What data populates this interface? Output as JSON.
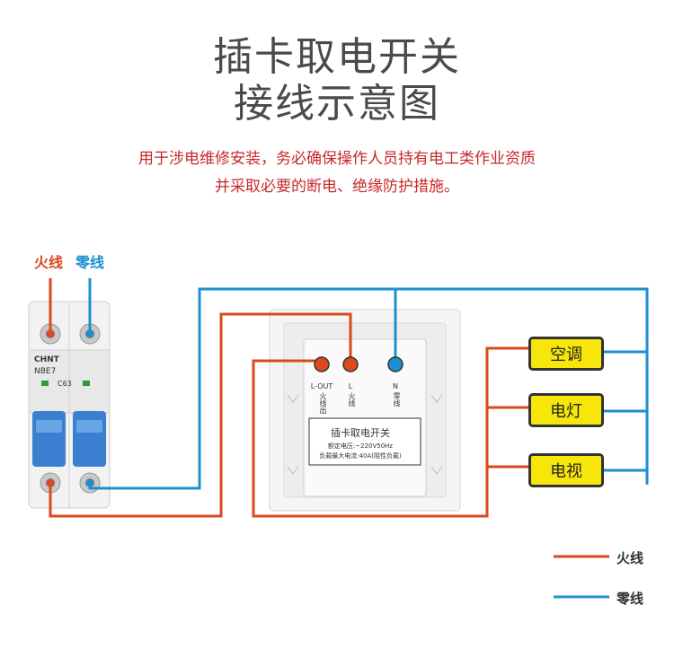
{
  "title": {
    "line1": "插卡取电开关",
    "line2": "接线示意图"
  },
  "warning": {
    "line1": "用于涉电维修安装，务必确保操作人员持有电工类作业资质",
    "line2": "并采取必要的断电、绝缘防护措施。"
  },
  "breaker": {
    "live_label": "火线",
    "neutral_label": "零线",
    "brand": "CHNT",
    "model": "NBE7",
    "rating": "C63"
  },
  "switch": {
    "terminal_lout": "L-OUT",
    "terminal_lout_cn": "火线出",
    "terminal_l": "L",
    "terminal_l_cn": "火线",
    "terminal_n": "N",
    "terminal_n_cn": "零线",
    "name": "插卡取电开关",
    "spec_voltage": "额定电压:~220V50Hz",
    "spec_load": "负载最大电流:40A(阻性负载)"
  },
  "loads": [
    "空调",
    "电灯",
    "电视"
  ],
  "legend": {
    "live": "火线",
    "neutral": "零线"
  },
  "colors": {
    "live": "#d94a1c",
    "neutral": "#1e8fd0",
    "load_box": "#f7e60a"
  }
}
